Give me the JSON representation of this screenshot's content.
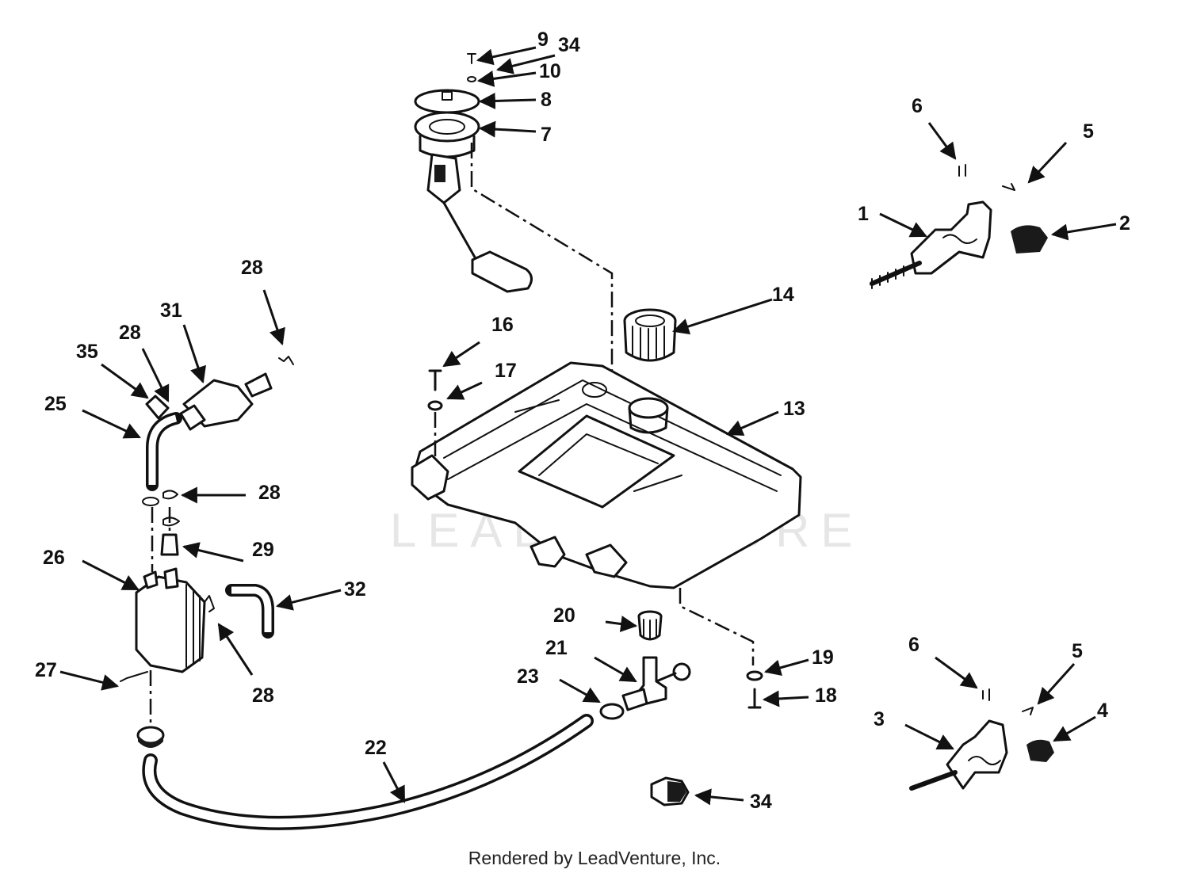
{
  "watermark": "LEADVENTURE",
  "footer": "Rendered by LeadVenture, Inc.",
  "callouts": {
    "c9": "9",
    "c34_top": "34",
    "c10": "10",
    "c8": "8",
    "c7": "7",
    "c6_top": "6",
    "c5_top": "5",
    "c1": "1",
    "c2": "2",
    "c14": "14",
    "c16": "16",
    "c17": "17",
    "c13": "13",
    "c28_a": "28",
    "c31": "31",
    "c28_b": "28",
    "c35": "35",
    "c25": "25",
    "c28_c": "28",
    "c29": "29",
    "c26": "26",
    "c32": "32",
    "c27": "27",
    "c28_d": "28",
    "c20": "20",
    "c21": "21",
    "c23": "23",
    "c19": "19",
    "c18": "18",
    "c22": "22",
    "c34_bottom": "34",
    "c6_bottom": "6",
    "c5_bottom": "5",
    "c3": "3",
    "c4": "4"
  }
}
